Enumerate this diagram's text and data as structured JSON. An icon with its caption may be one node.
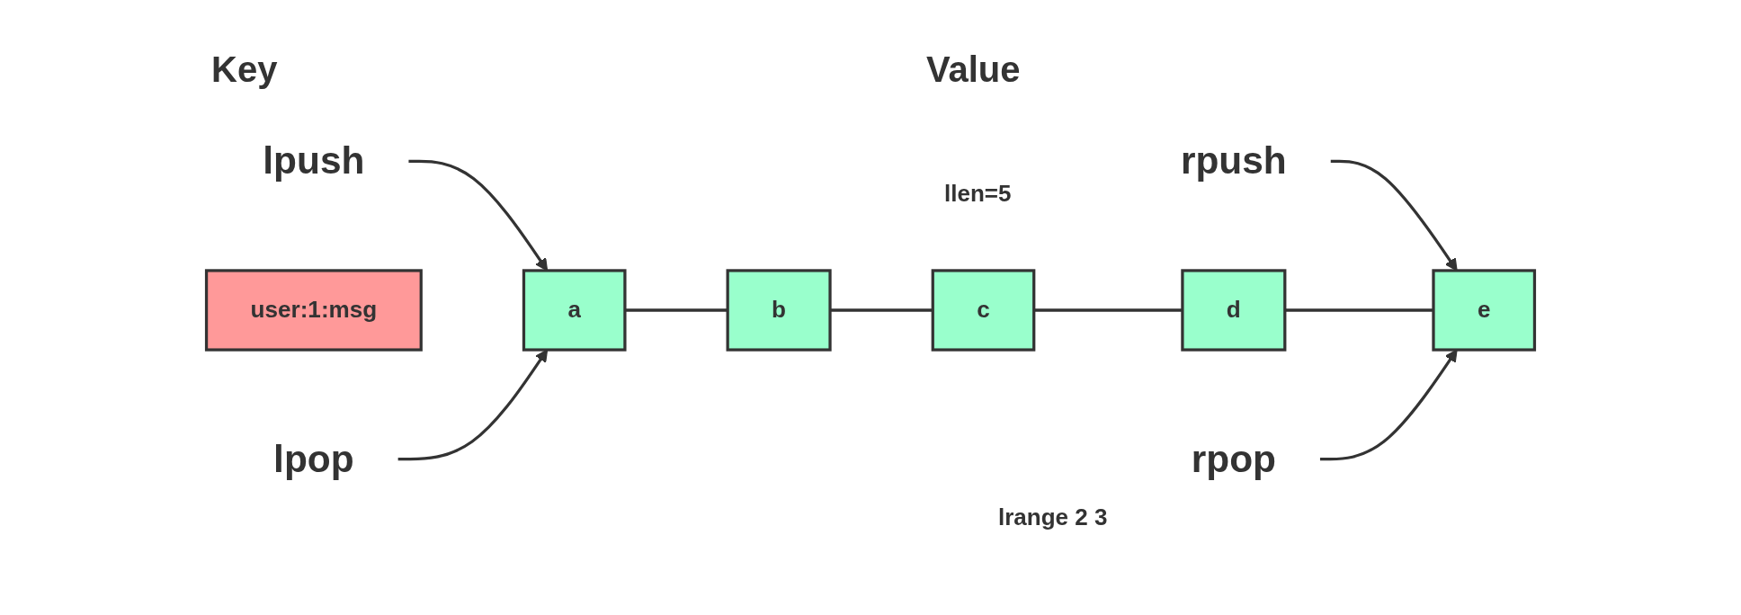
{
  "diagram": {
    "nodes": [
      {
        "text": [
          "lpush"
        ]
      },
      {
        "text": [
          "rpush"
        ]
      },
      {
        "text": [
          "user:1:msg"
        ]
      },
      {
        "text": [
          "a"
        ]
      },
      {
        "text": [
          "b"
        ]
      },
      {
        "text": [
          "c"
        ]
      },
      {
        "text": [
          "d"
        ]
      },
      {
        "text": [
          "e"
        ]
      },
      {
        "text": [
          "lpop"
        ]
      },
      {
        "text": [
          "rpop"
        ]
      }
    ],
    "edges": [
      {
        "from": 0,
        "to": 3,
        "arrow": "to"
      },
      {
        "from": 1,
        "to": 7,
        "arrow": "to"
      },
      {
        "from": 3,
        "to": 4,
        "arrow": "none"
      },
      {
        "from": 4,
        "to": 5,
        "arrow": "none"
      },
      {
        "from": 5,
        "to": 6,
        "arrow": "none"
      },
      {
        "from": 6,
        "to": 7,
        "arrow": "none"
      },
      {
        "from": 8,
        "to": 3,
        "arrow": "to"
      },
      {
        "from": 9,
        "to": 7,
        "arrow": "to"
      }
    ],
    "labels": [
      "Key",
      "Value",
      "llen=5",
      "lrange 2 3"
    ]
  }
}
